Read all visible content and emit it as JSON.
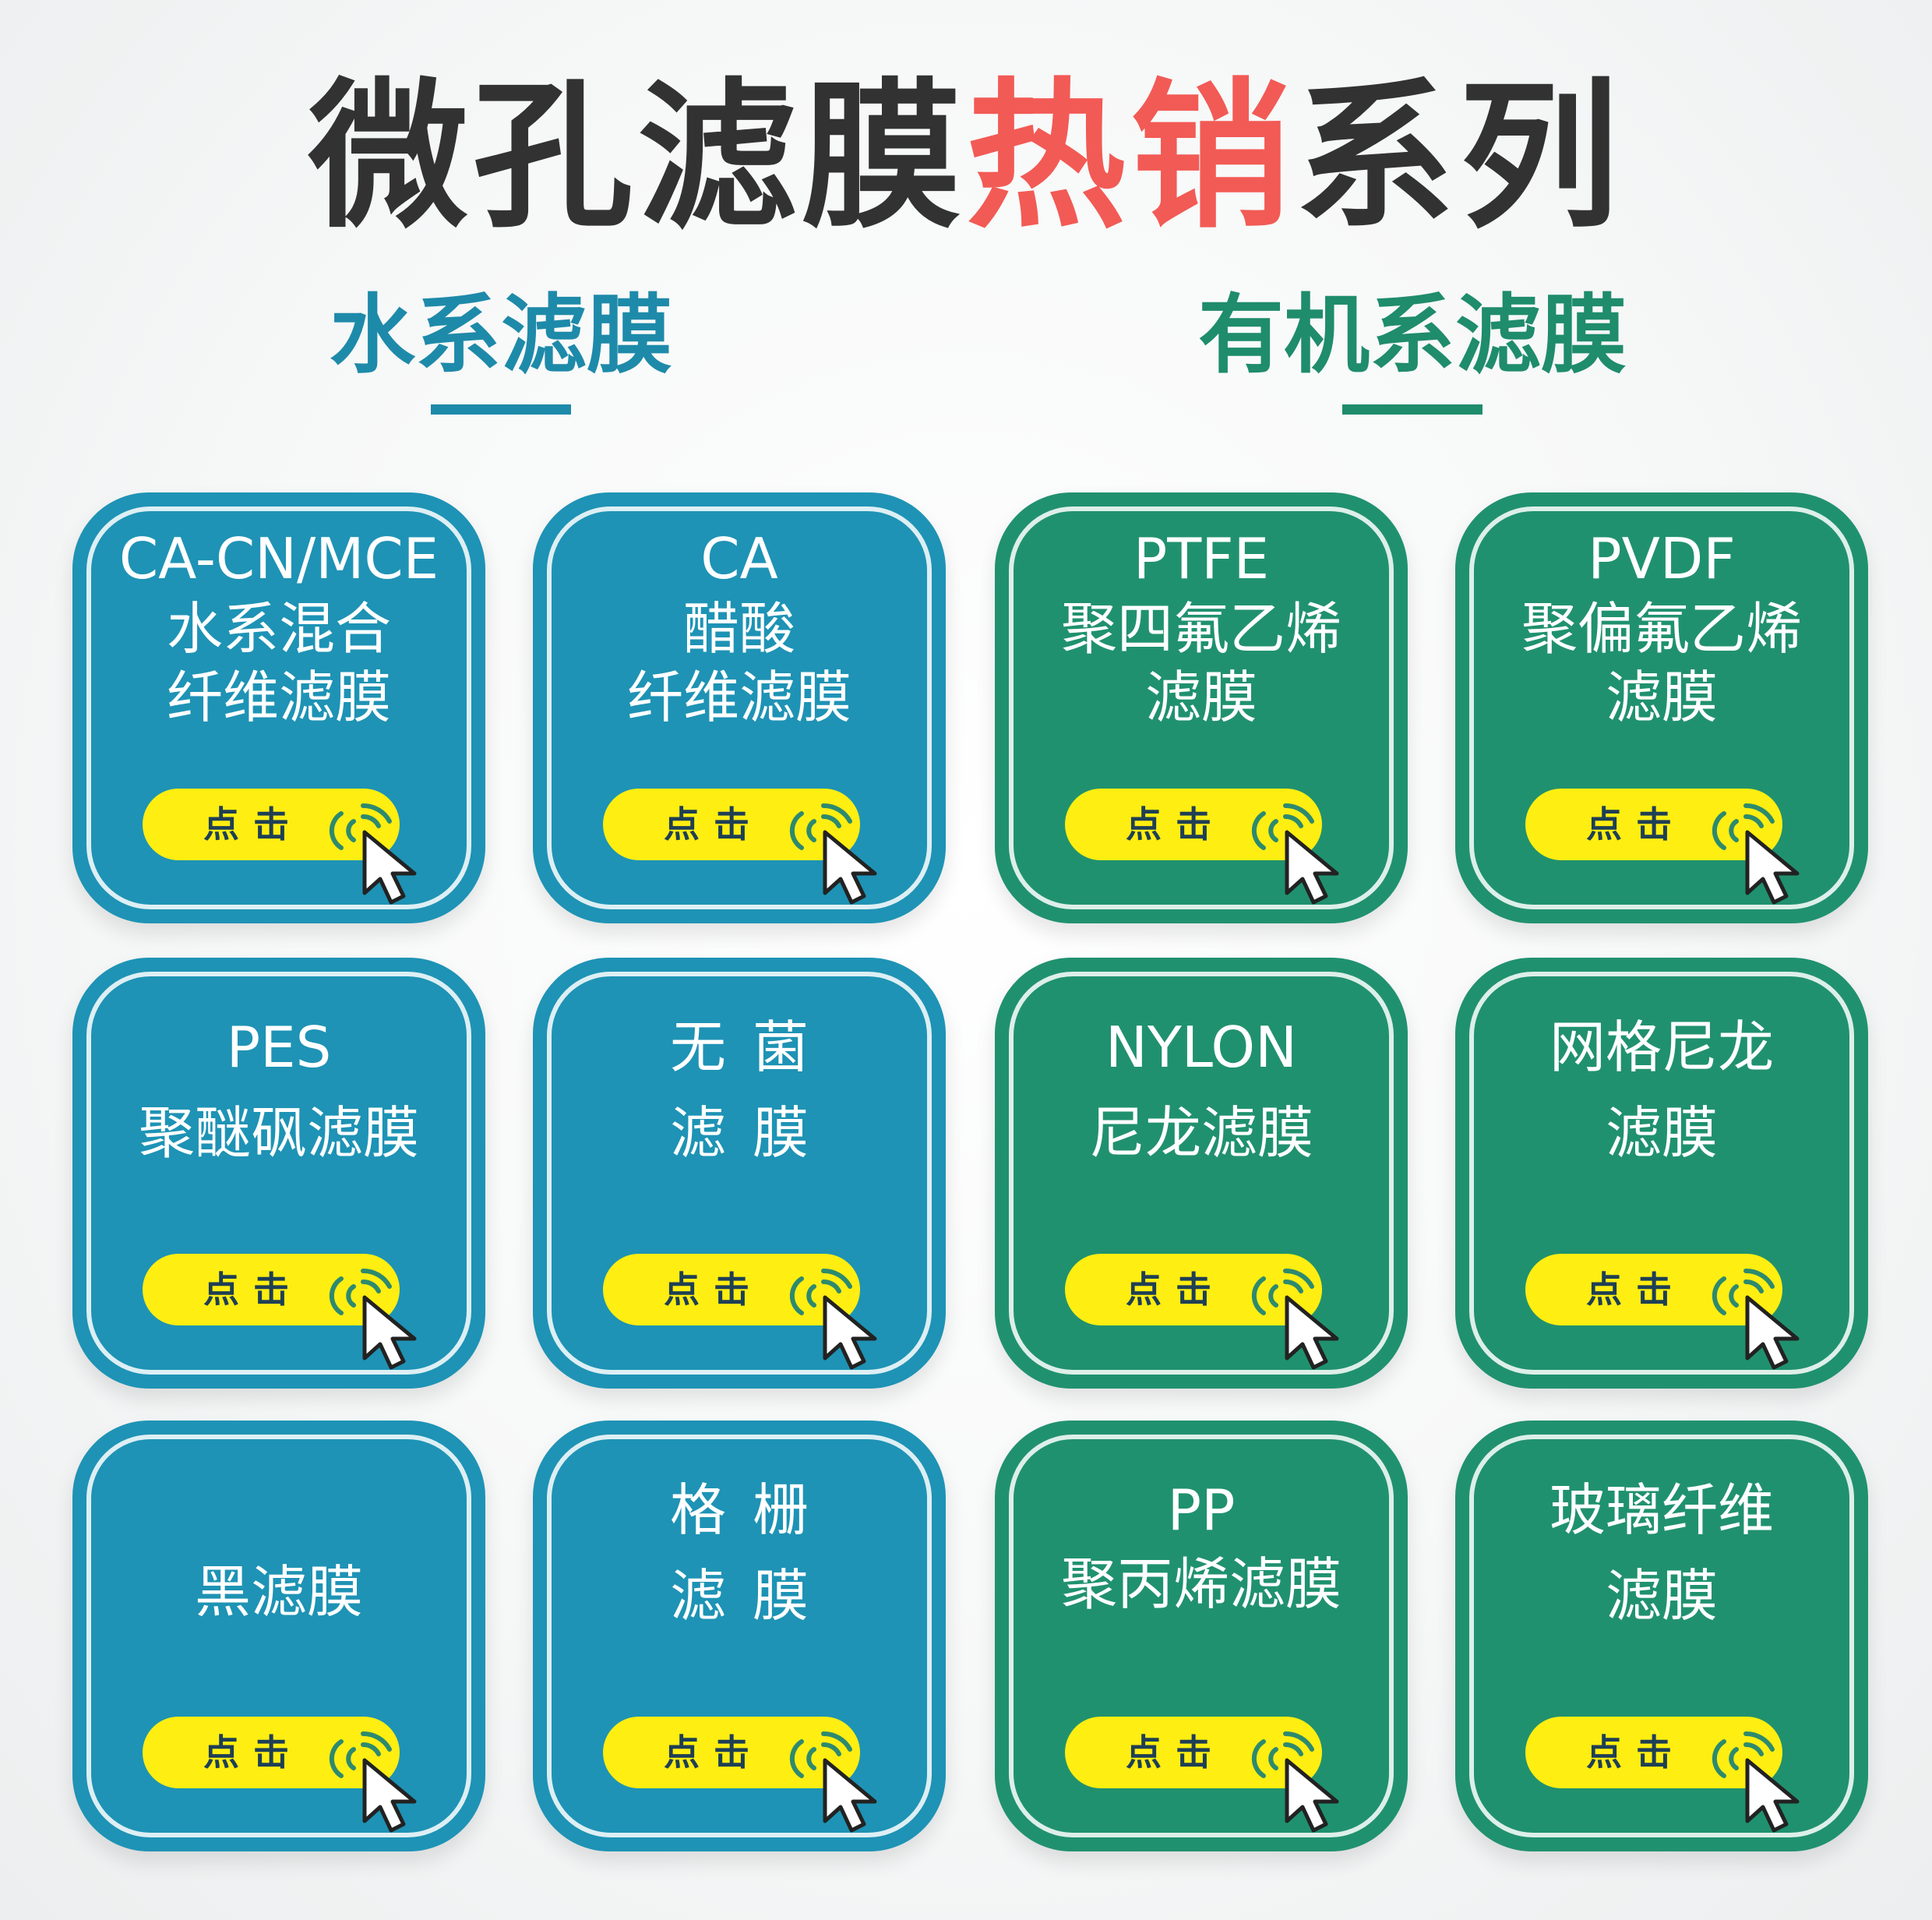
{
  "header": {
    "title_part1": "微孔滤膜",
    "title_hot": "热销",
    "title_part2": "系列"
  },
  "sections": {
    "water": {
      "title": "水系滤膜",
      "color": "#1e8aa9"
    },
    "organic": {
      "title": "有机系滤膜",
      "color": "#1f8c6c"
    }
  },
  "button_label": "点击",
  "button_icon": "click-cursor-icon",
  "colors": {
    "title": "#323232",
    "hot": "#f25a55",
    "card_blue": "#1e93b5",
    "card_green": "#20916f",
    "button": "#ffee11",
    "button_text": "#1e3f55"
  },
  "cards": [
    {
      "code": "CA-CN/MCE",
      "lines": [
        "水系混合",
        "纤维滤膜"
      ]
    },
    {
      "code": "CA",
      "lines": [
        "醋酸",
        "纤维滤膜"
      ]
    },
    {
      "code": "PTFE",
      "lines": [
        "聚四氟乙烯",
        "滤膜"
      ]
    },
    {
      "code": "PVDF",
      "lines": [
        "聚偏氟乙烯",
        "滤膜"
      ]
    },
    {
      "code": "PES",
      "lines": [
        "聚醚砜滤膜"
      ]
    },
    {
      "code": "",
      "lines": [
        "无菌",
        "滤膜"
      ]
    },
    {
      "code": "NYLON",
      "lines": [
        "尼龙滤膜"
      ]
    },
    {
      "code": "",
      "lines": [
        "网格尼龙",
        "滤膜"
      ]
    },
    {
      "code": "",
      "lines": [
        "黑滤膜"
      ]
    },
    {
      "code": "",
      "lines": [
        "格栅",
        "滤膜"
      ]
    },
    {
      "code": "PP",
      "lines": [
        "聚丙烯滤膜"
      ]
    },
    {
      "code": "",
      "lines": [
        "玻璃纤维",
        "滤膜"
      ]
    }
  ]
}
